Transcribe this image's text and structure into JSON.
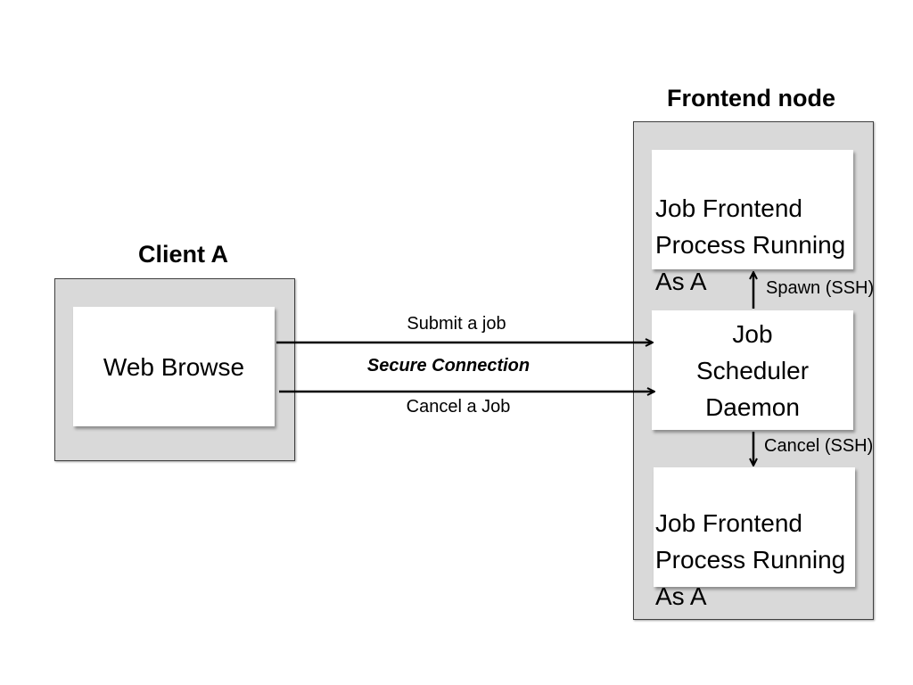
{
  "frontend": {
    "title": "Frontend node",
    "top_box_text": "Job Frontend\nProcess Running\nAs A",
    "middle_box_text": "Job\nScheduler\nDaemon",
    "bottom_box_text": "Job Frontend\nProcess Running\nAs A",
    "spawn_label": "Spawn (SSH)",
    "cancel_label": "Cancel (SSH)"
  },
  "client": {
    "title": "Client A",
    "box_text": "Web Browse"
  },
  "connection": {
    "submit_label": "Submit a job",
    "secure_label": "Secure Connection",
    "cancel_label": "Cancel a Job"
  }
}
